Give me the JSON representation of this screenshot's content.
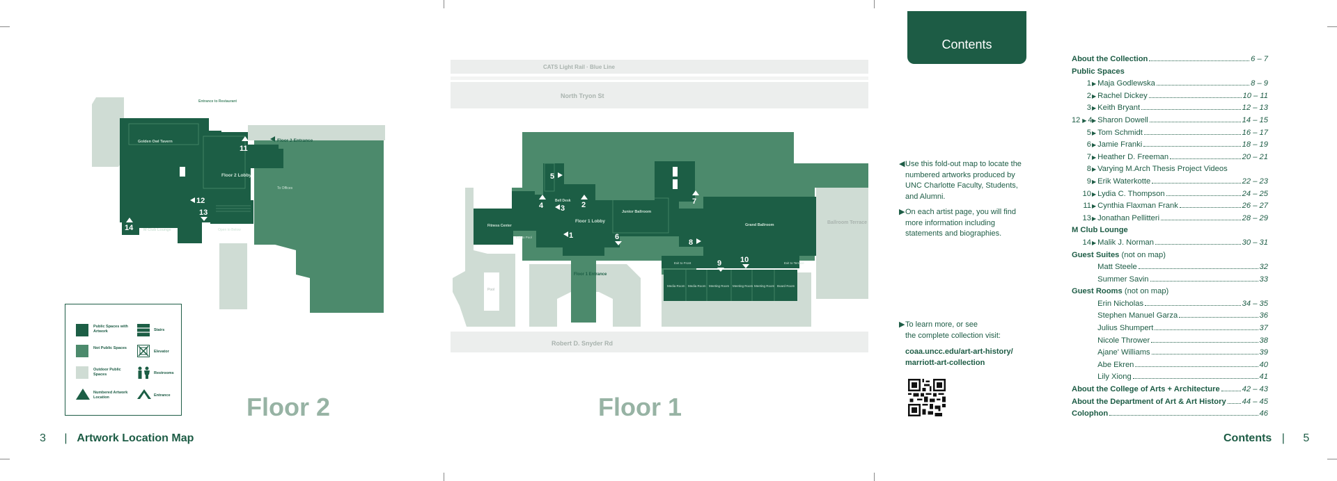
{
  "floor2": {
    "title": "Floor 2",
    "labels": {
      "golden_owl": "Golden Owl Tavern",
      "entrance_restaurant": "Entrance to Restaurant",
      "floor2_entrance": "Floor 2 Entrance",
      "floor2_lobby": "Floor 2 Lobby",
      "to_offices": "To Offices",
      "m_club": "M Club Lounge",
      "open_to_below": "Open to Below"
    },
    "markers": [
      "11",
      "12",
      "13",
      "14"
    ]
  },
  "floor1": {
    "title": "Floor 1",
    "labels": {
      "cats": "CATS Light Rail · Blue Line",
      "north_tryon": "North Tryon St",
      "robert_snyder": "Robert D. Snyder Rd",
      "fitness": "Fitness Center",
      "exit_pool": "Exit to Pool",
      "bell_desk": "Bell Desk",
      "floor1_lobby": "Floor 1 Lobby",
      "floor1_entrance": "Floor 1 Entrance",
      "junior_ballroom": "Junior Ballroom",
      "grand_ballroom": "Grand Ballroom",
      "ballroom_terrace": "Ballroom Terrace",
      "exit_front": "Exit to Front",
      "exit_terrace": "Exit to Terrace",
      "pool": "Pool",
      "media_room": "Media Room",
      "meeting_room": "Meeting Room",
      "board_room": "Board Room"
    },
    "markers": [
      "1",
      "2",
      "3",
      "4",
      "5",
      "6",
      "7",
      "8",
      "9",
      "10"
    ]
  },
  "legend": {
    "public_art": "Public Spaces with Artwork",
    "not_public": "Not Public Spaces",
    "outdoor": "Outdoor Public Spaces",
    "numbered": "Numbered Artwork Location",
    "stairs": "Stairs",
    "elevator": "Elevator",
    "restrooms": "Restrooms",
    "entrance": "Entrance"
  },
  "footer": {
    "left_page": "3",
    "left_title": "Artwork Location Map",
    "right_title": "Contents",
    "right_page": "5"
  },
  "contents_tab": "Contents",
  "instructions": {
    "p1": "Use this fold-out map to locate the numbered artworks produced by UNC Charlotte Faculty, Students, and Alumni.",
    "p2": "On each artist page, you will find more information including statements and biographies.",
    "p3_line1": "To learn more, or see",
    "p3_line2": "the complete collection visit:",
    "url_line1": "coaa.uncc.edu/art-art-history/",
    "url_line2": "marriott-art-collection"
  },
  "toc": {
    "about": {
      "label": "About the Collection",
      "pages": "6 – 7"
    },
    "public_spaces": "Public Spaces",
    "artists": [
      {
        "num": "1",
        "name": "Maja Godlewska",
        "pages": "8 – 9"
      },
      {
        "num": "2",
        "name": "Rachel Dickey",
        "pages": "10 – 11"
      },
      {
        "num": "3",
        "name": "Keith Bryant",
        "pages": "12 – 13"
      },
      {
        "num": "4",
        "pre": "12",
        "name": "Sharon Dowell",
        "pages": "14 – 15"
      },
      {
        "num": "5",
        "name": "Tom Schmidt",
        "pages": "16 – 17"
      },
      {
        "num": "6",
        "name": "Jamie Franki",
        "pages": "18 – 19"
      },
      {
        "num": "7",
        "name": "Heather D. Freeman",
        "pages": "20 – 21"
      },
      {
        "num": "8",
        "name": "Varying M.Arch Thesis Project Videos",
        "pages": ""
      },
      {
        "num": "9",
        "name": "Erik Waterkotte",
        "pages": "22 – 23"
      },
      {
        "num": "10",
        "name": "Lydia C. Thompson",
        "pages": "24 – 25"
      },
      {
        "num": "11",
        "name": "Cynthia Flaxman Frank",
        "pages": "26 – 27"
      },
      {
        "num": "13",
        "name": "Jonathan Pellitteri",
        "pages": "28 – 29"
      }
    ],
    "m_club": "M Club Lounge",
    "m_club_artist": {
      "num": "14",
      "name": "Malik J. Norman",
      "pages": "30 – 31"
    },
    "guest_suites": "Guest Suites",
    "not_on_map": "(not on map)",
    "suites": [
      {
        "name": "Matt Steele",
        "pages": "32"
      },
      {
        "name": "Summer Savin",
        "pages": "33"
      }
    ],
    "guest_rooms": "Guest Rooms",
    "rooms": [
      {
        "name": "Erin Nicholas",
        "pages": "34 – 35"
      },
      {
        "name": "Stephen Manuel Garza",
        "pages": "36"
      },
      {
        "name": "Julius Shumpert",
        "pages": "37"
      },
      {
        "name": "Nicole Thrower",
        "pages": "38"
      },
      {
        "name": "Ajane' Williams",
        "pages": "39"
      },
      {
        "name": "Abe Ekren",
        "pages": "40"
      },
      {
        "name": "Lily Xiong",
        "pages": "41"
      }
    ],
    "college": {
      "label": "About the College of Arts + Architecture",
      "pages": "42 – 43"
    },
    "department": {
      "label": "About the Department of Art & Art History",
      "pages": "44 – 45"
    },
    "colophon": {
      "label": "Colophon",
      "pages": "46"
    }
  }
}
